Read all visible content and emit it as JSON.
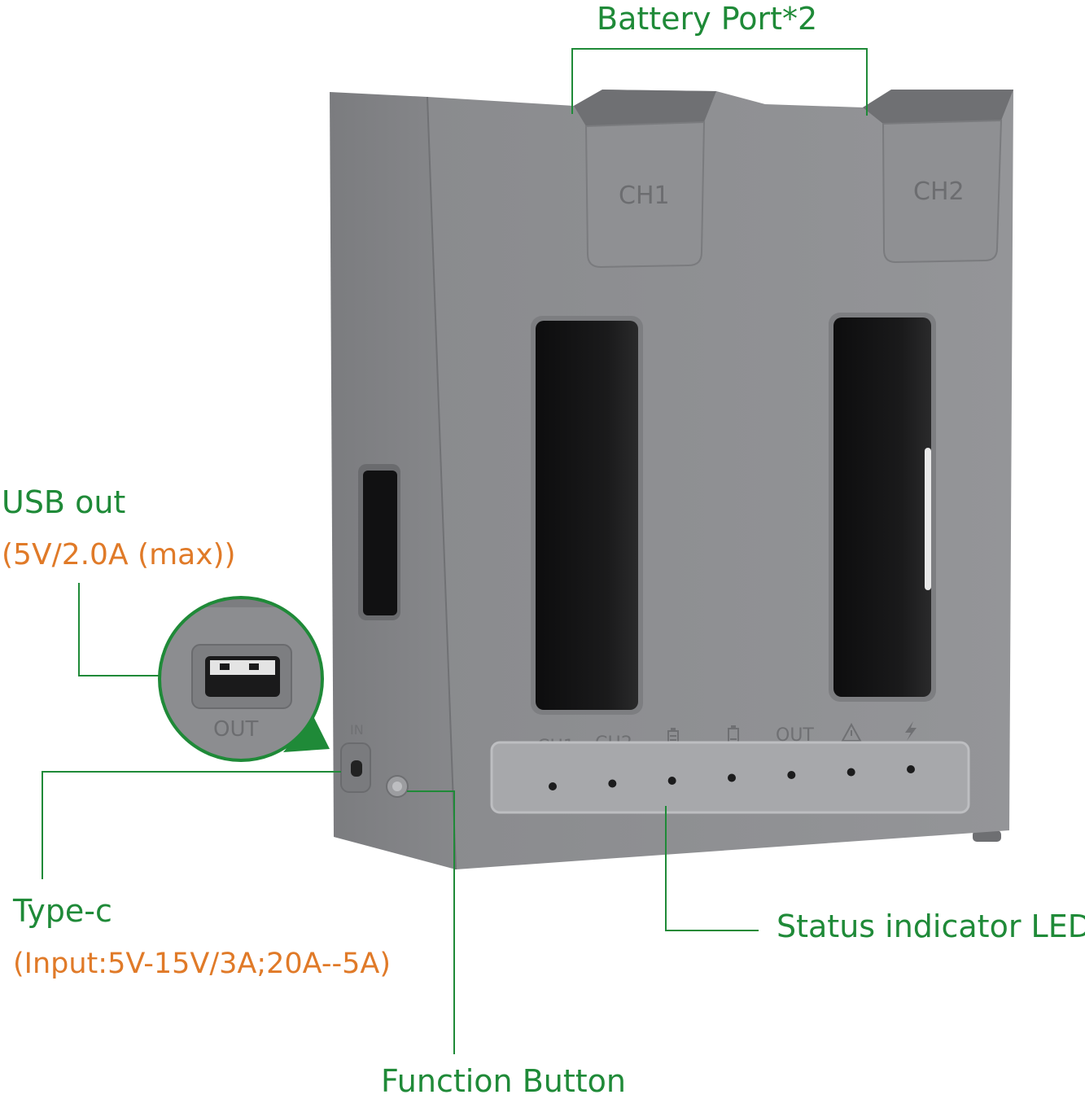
{
  "colors": {
    "label_green": "#1f8a38",
    "label_orange": "#e07a28",
    "leader_line": "#1f8a38",
    "device_body": "#8d8e91"
  },
  "device": {
    "slot_labels": [
      "CH1",
      "CH2"
    ],
    "indicator_labels": [
      "CH1",
      "CH2",
      "battery-icon",
      "battery-low-icon",
      "OUT",
      "warning-icon",
      "bolt-icon"
    ],
    "port_usb_label": "OUT",
    "port_typec_label": "IN",
    "indicator_count": 7
  },
  "callouts": {
    "battery_port": "Battery Port*2",
    "usb_out_title": "USB out",
    "usb_out_spec": "(5V/2.0A (max))",
    "typec_title": "Type-c",
    "typec_spec": "(Input:5V-15V/3A;20A--5A)",
    "function_button": "Function Button",
    "status_led": "Status indicator LED"
  }
}
